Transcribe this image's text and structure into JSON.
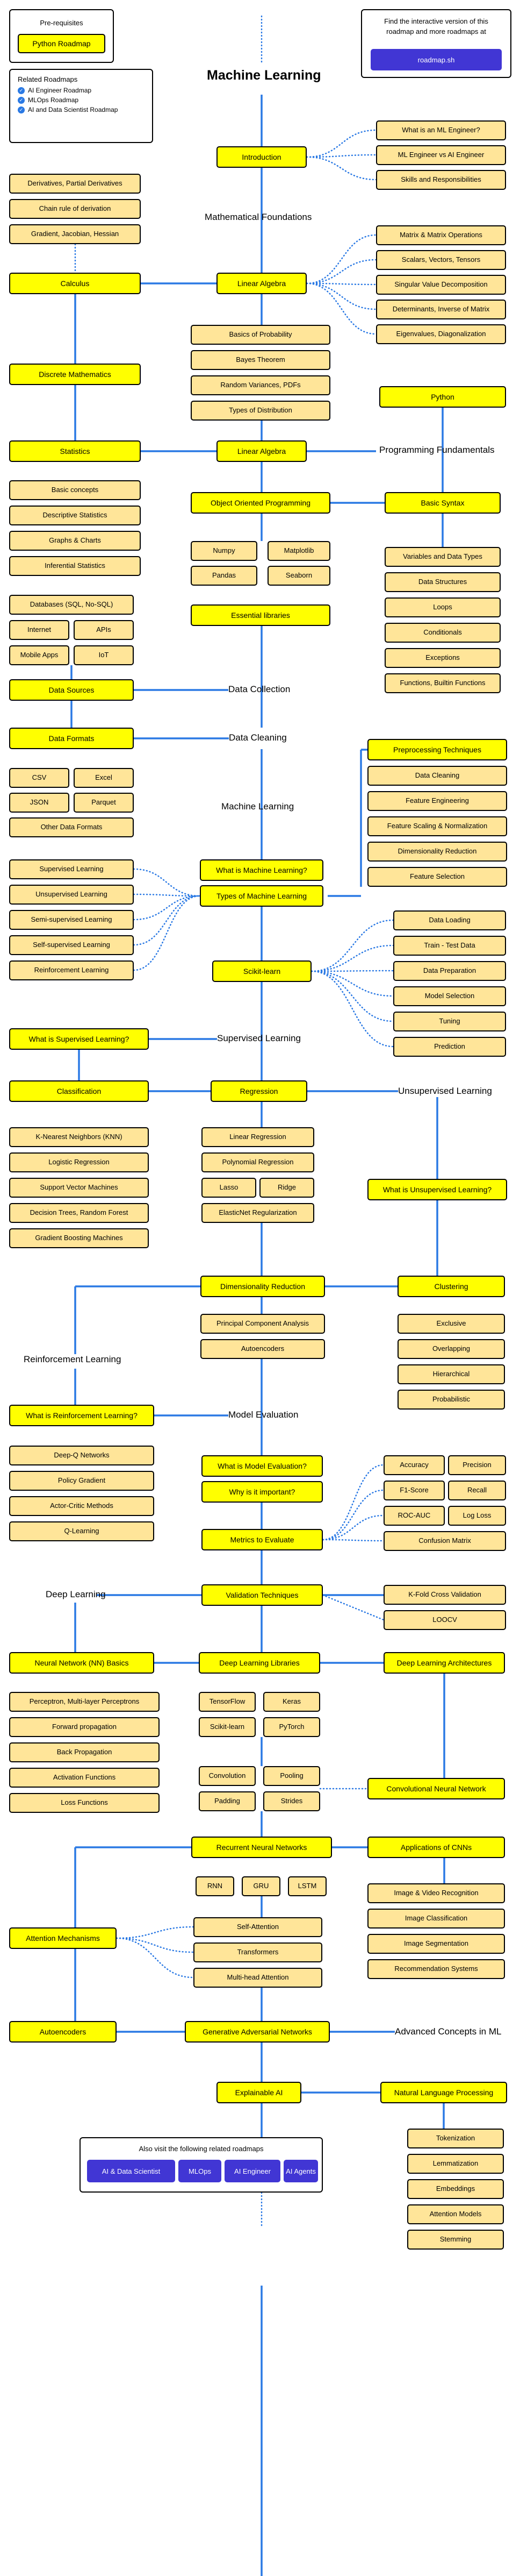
{
  "title": "Machine Learning",
  "prerequisites": {
    "heading": "Pre-requisites",
    "python_roadmap": "Python Roadmap"
  },
  "related": {
    "heading": "Related Roadmaps",
    "items": [
      "AI Engineer Roadmap",
      "MLOps Roadmap",
      "AI and Data Scientist Roadmap"
    ]
  },
  "promo": {
    "text": "Find the interactive version of this roadmap and more roadmaps at",
    "button": "roadmap.sh"
  },
  "footer": {
    "text": "Also visit the following related roadmaps",
    "buttons": [
      "AI & Data Scientist",
      "MLOps",
      "AI Engineer",
      "AI Agents"
    ]
  },
  "colors": {
    "primary": "#ffff00",
    "secondary": "#ffe599",
    "link": "#2a79e4",
    "button": "#4136d4"
  },
  "labels": {
    "math_foundations": "Mathematical Foundations",
    "programming_fundamentals": "Programming Fundamentals",
    "data_collection": "Data Collection",
    "data_cleaning": "Data Cleaning",
    "machine_learning": "Machine Learning",
    "supervised_learning": "Supervised Learning",
    "unsupervised_learning": "Unsupervised Learning",
    "reinforcement_learning": "Reinforcement Learning",
    "model_evaluation": "Model Evaluation",
    "deep_learning": "Deep Learning",
    "advanced_concepts": "Advanced Concepts in ML"
  },
  "nodes": {
    "intro": "Introduction",
    "ml_engineer": "What is an ML Engineer?",
    "ml_vs_ai": "ML Engineer vs AI Engineer",
    "skills": "Skills and Responsibilities",
    "derivatives": "Derivatives, Partial Derivatives",
    "chain_rule": "Chain rule of derivation",
    "gradient": "Gradient, Jacobian, Hessian",
    "calculus": "Calculus",
    "linear_algebra": "Linear Algebra",
    "matrix_ops": "Matrix & Matrix Operations",
    "scalars": "Scalars, Vectors, Tensors",
    "svd": "Singular Value Decomposition",
    "determinants": "Determinants, Inverse of Matrix",
    "eigenvalues": "Eigenvalues, Diagonalization",
    "discrete_math": "Discrete Mathematics",
    "prob_basics": "Basics of Probability",
    "bayes": "Bayes Theorem",
    "random_vars": "Random Variances, PDFs",
    "distributions": "Types of Distribution",
    "statistics": "Statistics",
    "stats_linear": "Linear Algebra",
    "python": "Python",
    "basic_concepts": "Basic concepts",
    "descriptive_stats": "Descriptive Statistics",
    "graphs": "Graphs & Charts",
    "inferential": "Inferential Statistics",
    "oop": "Object Oriented Programming",
    "basic_syntax": "Basic Syntax",
    "numpy": "Numpy",
    "matplotlib": "Matplotlib",
    "pandas": "Pandas",
    "seaborn": "Seaborn",
    "variables": "Variables and Data Types",
    "data_structures": "Data Structures",
    "loops": "Loops",
    "conditionals": "Conditionals",
    "exceptions": "Exceptions",
    "functions": "Functions, Builtin Functions",
    "essential_libs": "Essential libraries",
    "databases": "Databases (SQL, No-SQL)",
    "internet": "Internet",
    "apis": "APIs",
    "mobile_apps": "Mobile Apps",
    "iot": "IoT",
    "data_sources": "Data Sources",
    "data_formats": "Data Formats",
    "csv": "CSV",
    "excel": "Excel",
    "json": "JSON",
    "parquet": "Parquet",
    "other_formats": "Other Data Formats",
    "preprocessing": "Preprocessing Techniques",
    "data_cleaning": "Data Cleaning",
    "feature_eng": "Feature Engineering",
    "scaling": "Feature Scaling & Normalization",
    "dim_red_tech": "Dimensionality Reduction",
    "feature_sel": "Feature Selection",
    "supervised": "Supervised Learning",
    "unsupervised": "Unsupervised Learning",
    "semi_supervised": "Semi-supervised Learning",
    "self_supervised": "Self-supervised Learning",
    "reinforcement": "Reinforcement Learning",
    "what_is_ml": "What is Machine Learning?",
    "types_ml": "Types of Machine Learning",
    "scikit": "Scikit-learn",
    "data_loading": "Data Loading",
    "train_test": "Train - Test Data",
    "data_prep": "Data Preparation",
    "model_sel": "Model Selection",
    "tuning": "Tuning",
    "prediction": "Prediction",
    "what_supervised": "What is Supervised Learning?",
    "classification": "Classification",
    "regression": "Regression",
    "knn": "K-Nearest Neighbors (KNN)",
    "logistic": "Logistic Regression",
    "svm": "Support Vector Machines",
    "trees": "Decision Trees, Random Forest",
    "gbm": "Gradient Boosting Machines",
    "linear_reg": "Linear Regression",
    "poly_reg": "Polynomial Regression",
    "lasso": "Lasso",
    "ridge": "Ridge",
    "elasticnet": "ElasticNet Regularization",
    "what_unsupervised": "What is Unsupervised Learning?",
    "dim_reduction": "Dimensionality Reduction",
    "clustering": "Clustering",
    "pca": "Principal Component Analysis",
    "autoencoders_dr": "Autoencoders",
    "exclusive": "Exclusive",
    "overlapping": "Overlapping",
    "hierarchical": "Hierarchical",
    "probabilistic": "Probabilistic",
    "what_rl": "What is Reinforcement Learning?",
    "deep_q": "Deep-Q Networks",
    "policy_grad": "Policy Gradient",
    "actor_critic": "Actor-Critic Methods",
    "q_learning": "Q-Learning",
    "what_eval": "What is Model Evaluation?",
    "why_important": "Why is it important?",
    "metrics": "Metrics to Evaluate",
    "accuracy": "Accuracy",
    "precision": "Precision",
    "f1": "F1-Score",
    "recall": "Recall",
    "roc_auc": "ROC-AUC",
    "log_loss": "Log Loss",
    "confusion": "Confusion Matrix",
    "validation": "Validation Techniques",
    "kfold": "K-Fold Cross Validation",
    "loocv": "LOOCV",
    "nn_basics": "Neural Network (NN) Basics",
    "dl_libs": "Deep Learning Libraries",
    "dl_arch": "Deep Learning Architectures",
    "perceptron": "Perceptron, Multi-layer Perceptrons",
    "forward": "Forward propagation",
    "backprop": "Back Propagation",
    "activation": "Activation Functions",
    "loss": "Loss Functions",
    "tensorflow": "TensorFlow",
    "keras": "Keras",
    "sklearn_dl": "Scikit-learn",
    "pytorch": "PyTorch",
    "convolution": "Convolution",
    "pooling": "Pooling",
    "padding": "Padding",
    "strides": "Strides",
    "cnn": "Convolutional Neural Network",
    "rnn_main": "Recurrent Neural Networks",
    "apps_cnn": "Applications of CNNs",
    "rnn": "RNN",
    "gru": "GRU",
    "lstm": "LSTM",
    "img_video": "Image & Video Recognition",
    "img_class": "Image Classification",
    "img_seg": "Image Segmentation",
    "recsys": "Recommendation Systems",
    "attention": "Attention Mechanisms",
    "self_attention": "Self-Attention",
    "transformers": "Transformers",
    "multihead": "Multi-head Attention",
    "autoencoders": "Autoencoders",
    "gan": "Generative Adversarial Networks",
    "explainable": "Explainable AI",
    "nlp": "Natural Language Processing",
    "tokenization": "Tokenization",
    "lemmatization": "Lemmatization",
    "embeddings": "Embeddings",
    "attention_models": "Attention Models",
    "stemming": "Stemming"
  }
}
